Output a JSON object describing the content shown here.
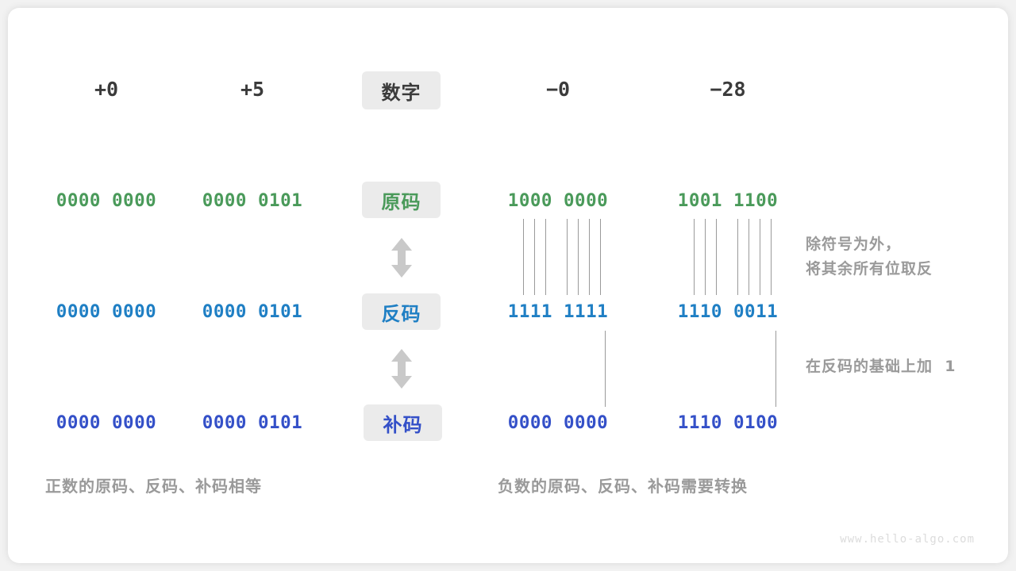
{
  "diagram": {
    "title": "signed-number-representations",
    "watermark": "www.hello-algo.com",
    "colors": {
      "background": "#f2f2f2",
      "card": "#ffffff",
      "badge_bg": "#ebebeb",
      "header_text": "#3b3b3b",
      "true_form": "#4a9a5a",
      "ones_complement": "#1f7fc4",
      "twos_complement": "#3450c8",
      "muted": "#9a9a9a",
      "line": "#9a9a9a"
    }
  },
  "row_labels": {
    "number": "数字",
    "true_form": "原码",
    "ones_complement": "反码",
    "twos_complement": "补码"
  },
  "columns": [
    {
      "key": "pos0",
      "header": "+0",
      "side": "positive"
    },
    {
      "key": "pos5",
      "header": "+5",
      "side": "positive"
    },
    {
      "key": "neg0",
      "header": "−0",
      "side": "negative"
    },
    {
      "key": "neg28",
      "header": "−28",
      "side": "negative"
    }
  ],
  "values": {
    "true_form": {
      "pos0": "0000 0000",
      "pos5": "0000 0101",
      "neg0": "1000 0000",
      "neg28": "1001 1100"
    },
    "ones_complement": {
      "pos0": "0000 0000",
      "pos5": "0000 0101",
      "neg0": "1111 1111",
      "neg28": "1110 0011"
    },
    "twos_complement": {
      "pos0": "0000 0000",
      "pos5": "0000 0101",
      "neg0": "0000 0000",
      "neg28": "1110 0100"
    }
  },
  "notes": {
    "invert": "除符号为外，\n将其余所有位取反",
    "add_one": "在反码的基础上加  1"
  },
  "captions": {
    "positive": "正数的原码、反码、补码相等",
    "negative": "负数的原码、反码、补码需要转换"
  }
}
